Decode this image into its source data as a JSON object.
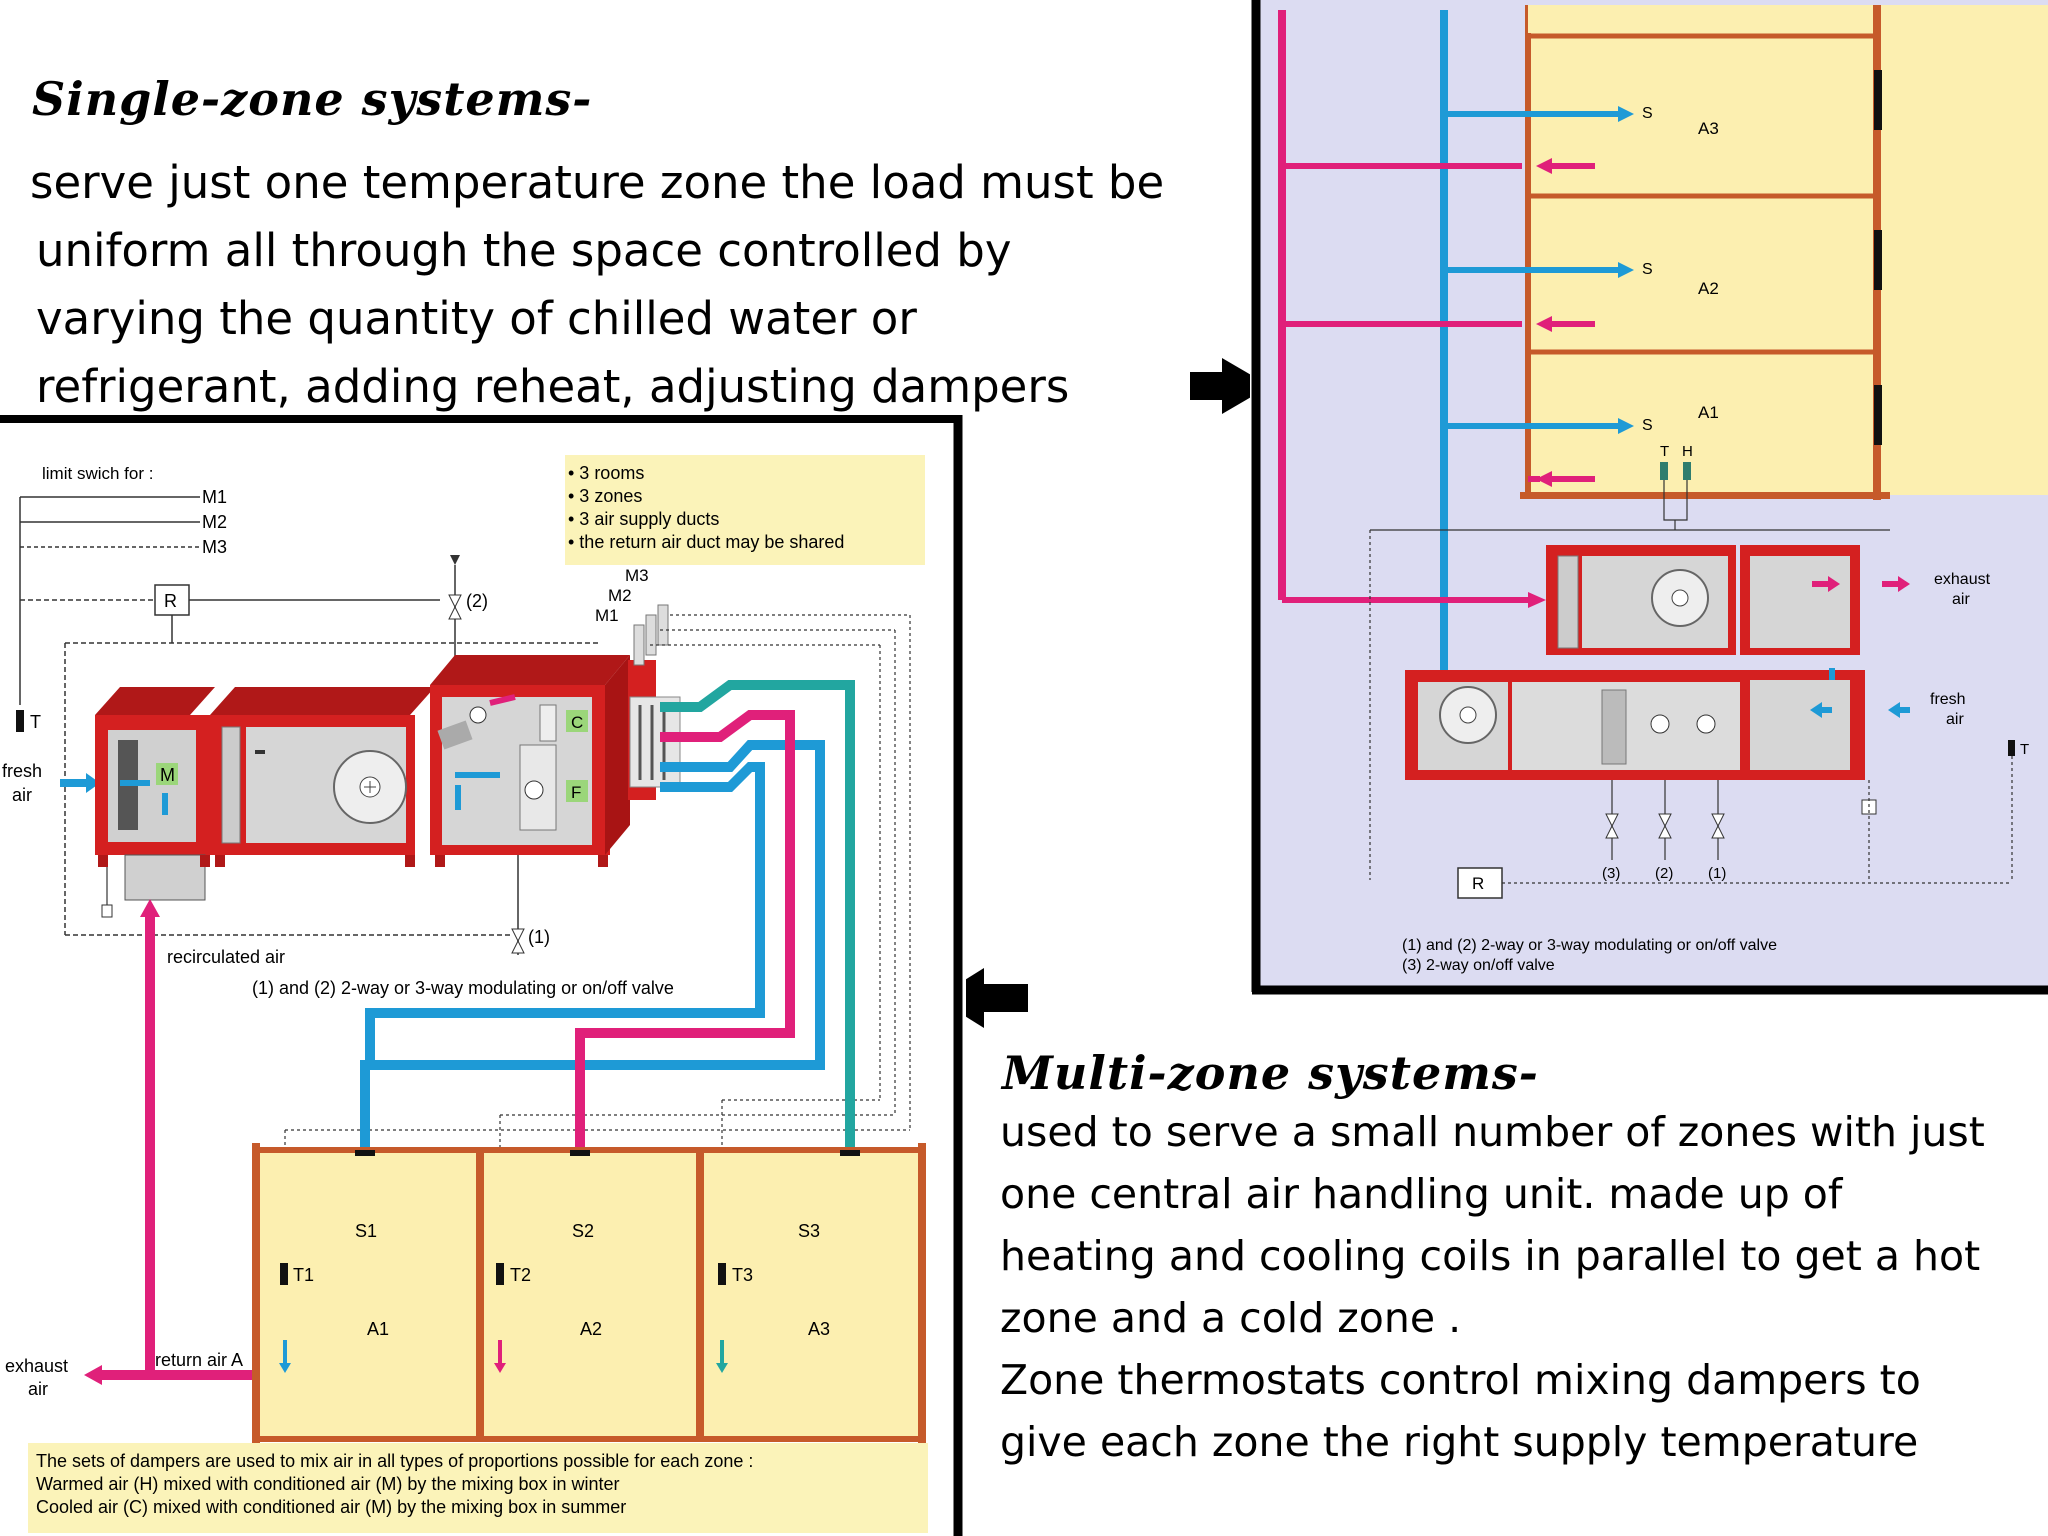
{
  "single_zone": {
    "heading": "Single-zone systems-",
    "lines": [
      "serve just one temperature zone the load must be",
      "uniform all through the space controlled by",
      "varying the quantity of chilled water or",
      "refrigerant, adding reheat, adjusting dampers"
    ]
  },
  "multi_zone": {
    "heading": "Multi-zone systems-",
    "lines": [
      "used to serve a small number of zones with just",
      "one central air handling unit. made up of",
      "heating and cooling coils in parallel to get a hot",
      "zone  and a cold zone .",
      "Zone thermostats control mixing dampers to",
      "give each zone the right supply temperature"
    ]
  },
  "left_diagram": {
    "limit_switch": "limit swich for :",
    "m1": "M1",
    "m2": "M2",
    "m3": "M3",
    "bullets": [
      "• 3 rooms",
      "• 3 zones",
      "• 3 air supply ducts",
      "• the return air duct may be shared"
    ],
    "r_label": "R",
    "valve2": "(2)",
    "valve1": "(1)",
    "t_label": "T",
    "fresh": "fresh",
    "air": "air",
    "m_box": "M",
    "c_box": "C",
    "f_box": "F",
    "recirculated": "recirculated air",
    "valve_note": "(1) and (2) 2-way or 3-way modulating or on/off valve",
    "s1": "S1",
    "s2": "S2",
    "s3": "S3",
    "t1": "T1",
    "t2": "T2",
    "t3": "T3",
    "a1": "A1",
    "a2": "A2",
    "a3": "A3",
    "return_air": "return air A",
    "exhaust": "exhaust",
    "exhaust_air": "air",
    "note_lines": [
      "The sets of dampers are used to mix air in all types of proportions possible for each zone :",
      "Warmed air (H) mixed with conditioned air (M) by the mixing box in winter",
      "Cooled air (C) mixed with conditioned air (M) by the mixing box in summer"
    ]
  },
  "right_diagram": {
    "s": "S",
    "a3": "A3",
    "a2": "A2",
    "a1": "A1",
    "t": "T",
    "h": "H",
    "exhaust": "exhaust",
    "exhaust_air": "air",
    "fresh": "fresh",
    "fresh_air": "air",
    "t_right": "T",
    "v3": "(3)",
    "v2": "(2)",
    "v1": "(1)",
    "r_label": "R",
    "note1": "(1) and (2) 2-way or 3-way modulating or on/off valve",
    "note2": "(3) 2-way on/off valve"
  },
  "colors": {
    "red_unit": "#d42020",
    "supply_blue": "#1e9ad6",
    "return_magenta": "#e0207a",
    "teal": "#22a6a0",
    "room_yellow": "#fcefb0",
    "panel_lilac": "#dcdcf2",
    "note_yellow": "#fbf3b9"
  }
}
